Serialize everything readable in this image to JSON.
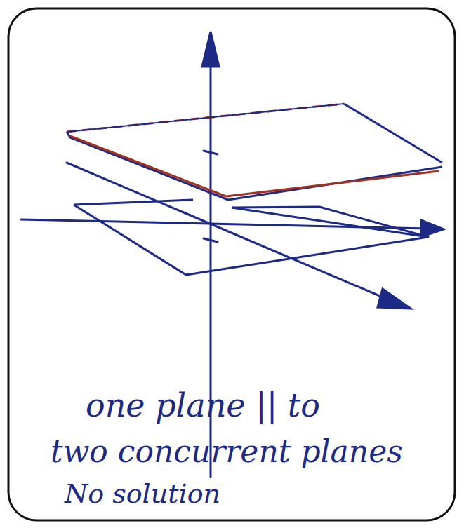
{
  "diagram": {
    "labels": [
      "one plane || to",
      "two concurrent planes",
      "No solution"
    ]
  }
}
